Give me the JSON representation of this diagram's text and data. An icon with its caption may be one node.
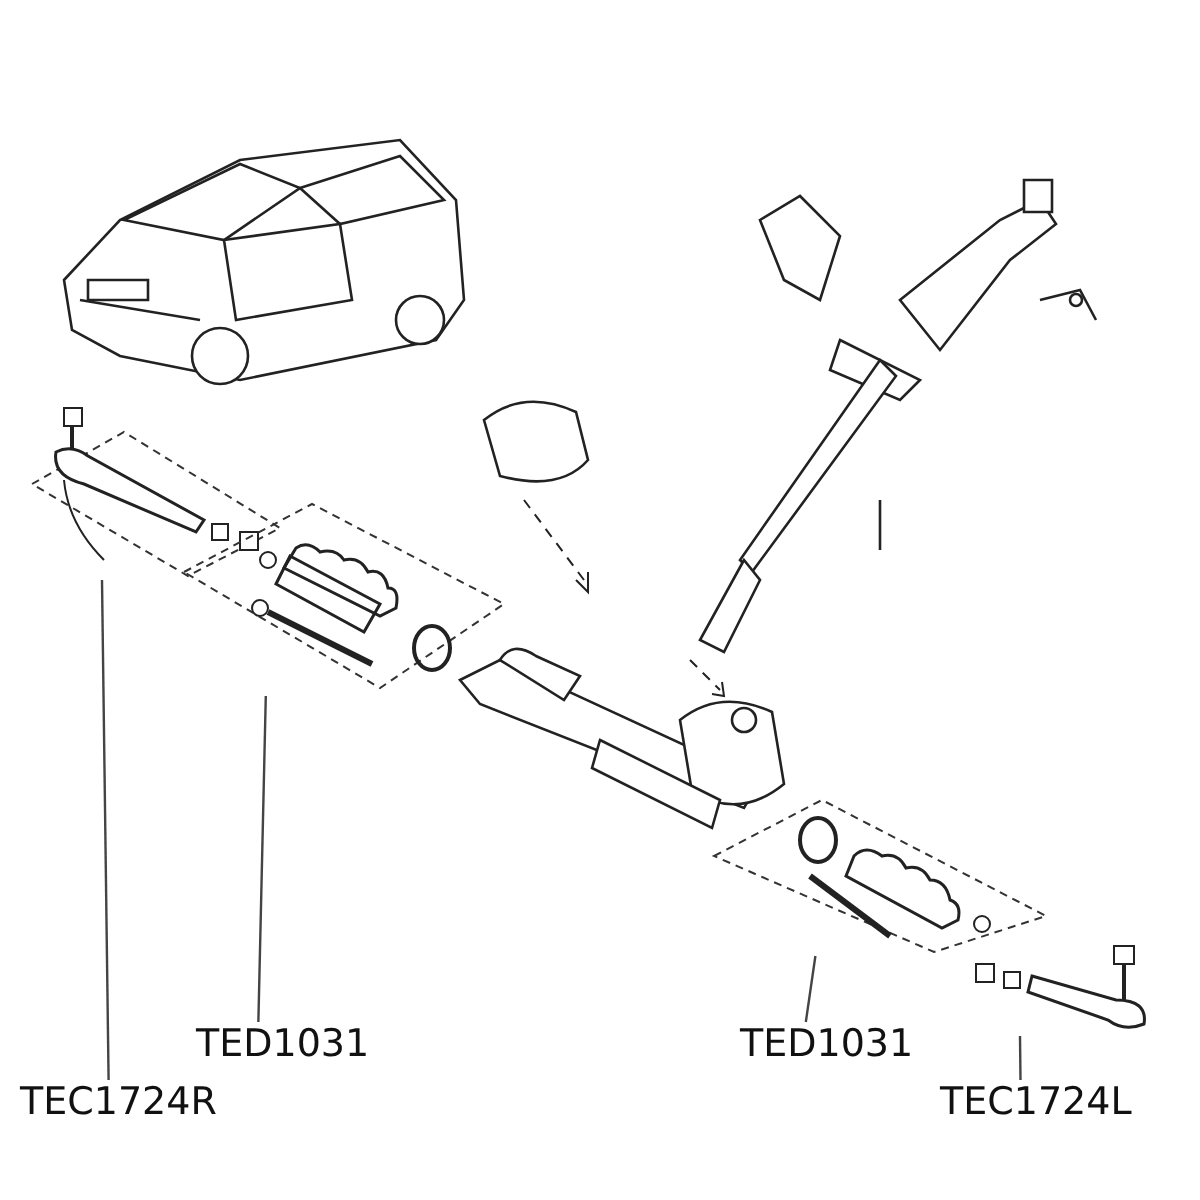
{
  "diagram": {
    "nodes": [
      {
        "text": [
          "TEC1724R"
        ]
      },
      {
        "text": [
          "TED1031"
        ]
      },
      {
        "text": [
          "TED1031"
        ]
      },
      {
        "text": [
          "TEC1724L"
        ]
      },
      {
        "text": [],
        "shape": "picture"
      },
      {
        "text": [],
        "shape": "picture"
      },
      {
        "text": [],
        "shape": "picture"
      },
      {
        "text": [],
        "shape": "picture"
      }
    ],
    "edges": [
      {
        "from": 0,
        "to": 4,
        "arrow": "none"
      },
      {
        "from": 1,
        "to": 5,
        "arrow": "none"
      },
      {
        "from": 2,
        "to": 6,
        "arrow": "none"
      },
      {
        "from": 3,
        "to": 7,
        "arrow": "none"
      }
    ]
  }
}
